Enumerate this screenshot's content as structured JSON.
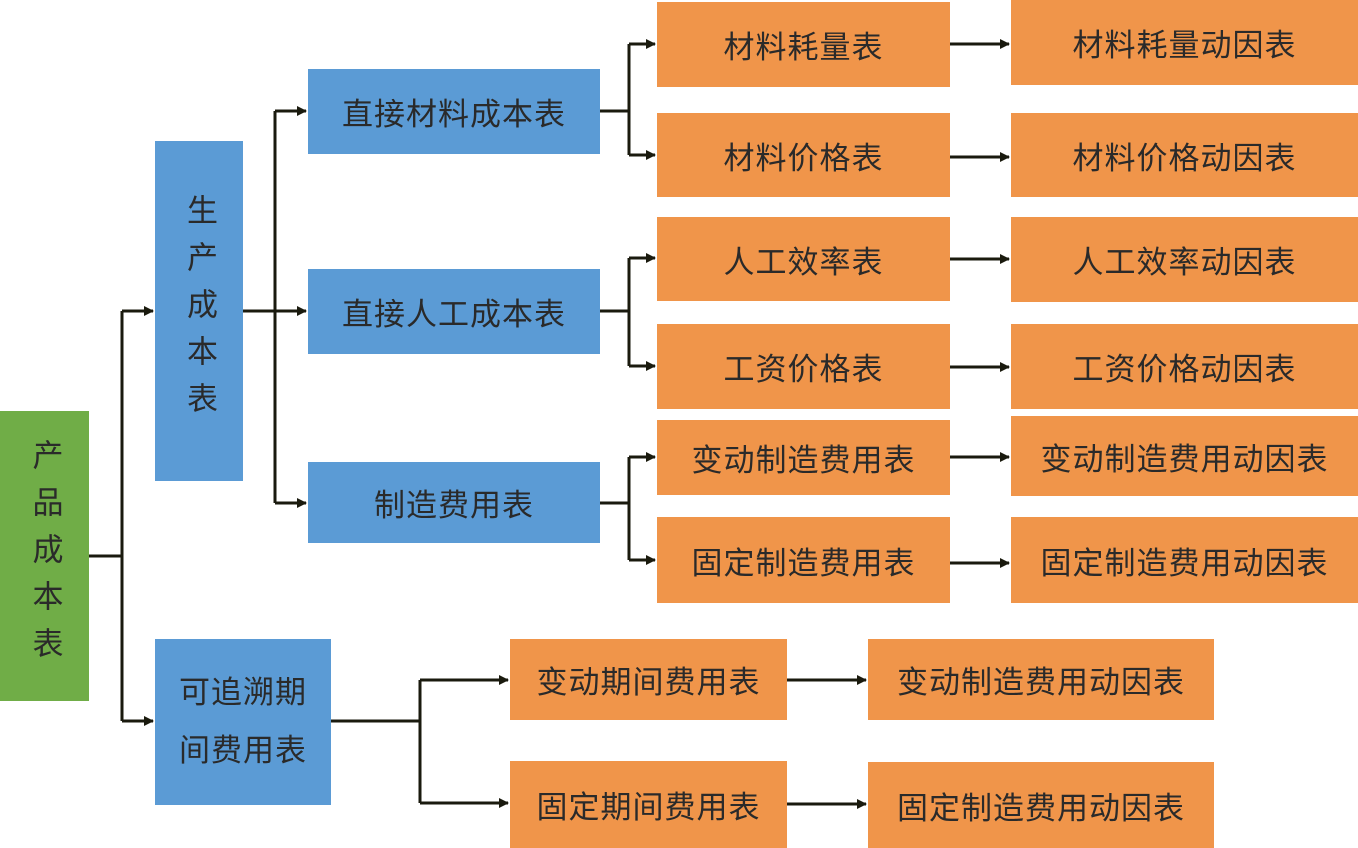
{
  "colors": {
    "root": "#70ad47",
    "level1": "#5b9bd5",
    "level2": "#f0954a",
    "leaf": "#f0954a",
    "connector": "#1a1a0e"
  },
  "root": {
    "label": "产品成本表"
  },
  "production": {
    "label": "生产成本表"
  },
  "period": {
    "label": "可追溯期间费用表"
  },
  "production_children": [
    {
      "label": "直接材料成本表"
    },
    {
      "label": "直接人工成本表"
    },
    {
      "label": "制造费用表"
    }
  ],
  "detail_tables": [
    {
      "label": "材料耗量表",
      "driver": "材料耗量动因表"
    },
    {
      "label": "材料价格表",
      "driver": "材料价格动因表"
    },
    {
      "label": "人工效率表",
      "driver": "人工效率动因表"
    },
    {
      "label": "工资价格表",
      "driver": "工资价格动因表"
    },
    {
      "label": "变动制造费用表",
      "driver": "变动制造费用动因表"
    },
    {
      "label": "固定制造费用表",
      "driver": "固定制造费用动因表"
    }
  ],
  "period_tables": [
    {
      "label": "变动期间费用表",
      "driver": "变动制造费用动因表"
    },
    {
      "label": "固定期间费用表",
      "driver": "固定制造费用动因表"
    }
  ]
}
